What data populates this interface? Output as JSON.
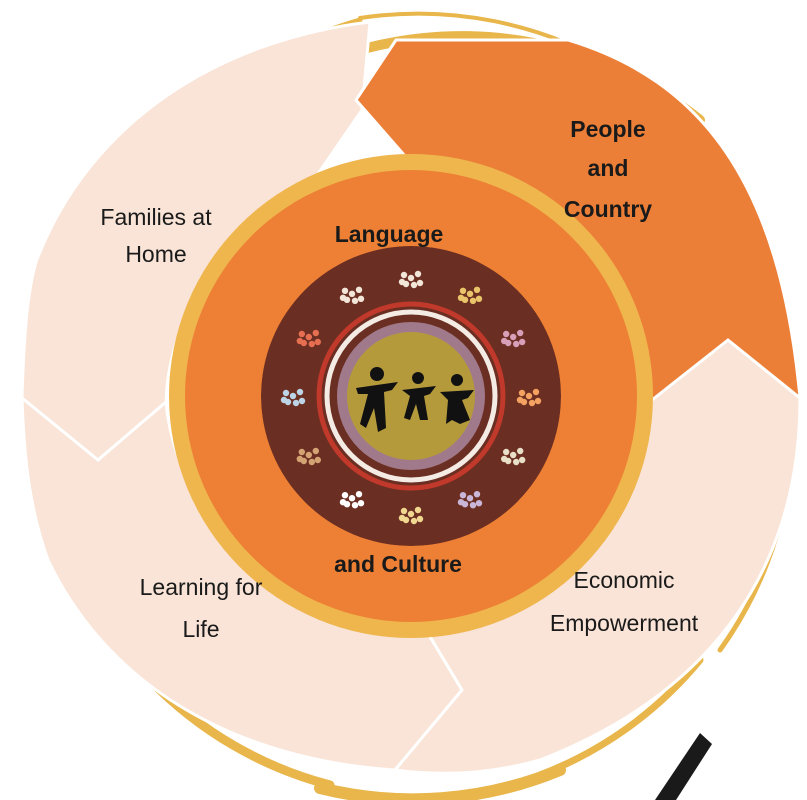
{
  "diagram": {
    "segments": [
      {
        "label_lines": [
          "Families at",
          "Home"
        ],
        "highlighted": false
      },
      {
        "label_lines": [
          "People",
          "and",
          "Country"
        ],
        "highlighted": true
      },
      {
        "label_lines": [
          "Economic",
          "Empowerment"
        ],
        "highlighted": false
      },
      {
        "label_lines": [
          "Learning for",
          "Life"
        ],
        "highlighted": false
      }
    ],
    "center": {
      "top_label": "Language",
      "bottom_label": "and Culture"
    },
    "colors": {
      "segment_fill": "#f9e4d7",
      "highlight_fill": "#ec7f37",
      "ring_fill": "#ed8034",
      "ring_border": "#efb64e",
      "painting_bg": "#6b2e22",
      "painting_center": "#b59a3c",
      "brush_stroke": "#e8b64a"
    }
  }
}
